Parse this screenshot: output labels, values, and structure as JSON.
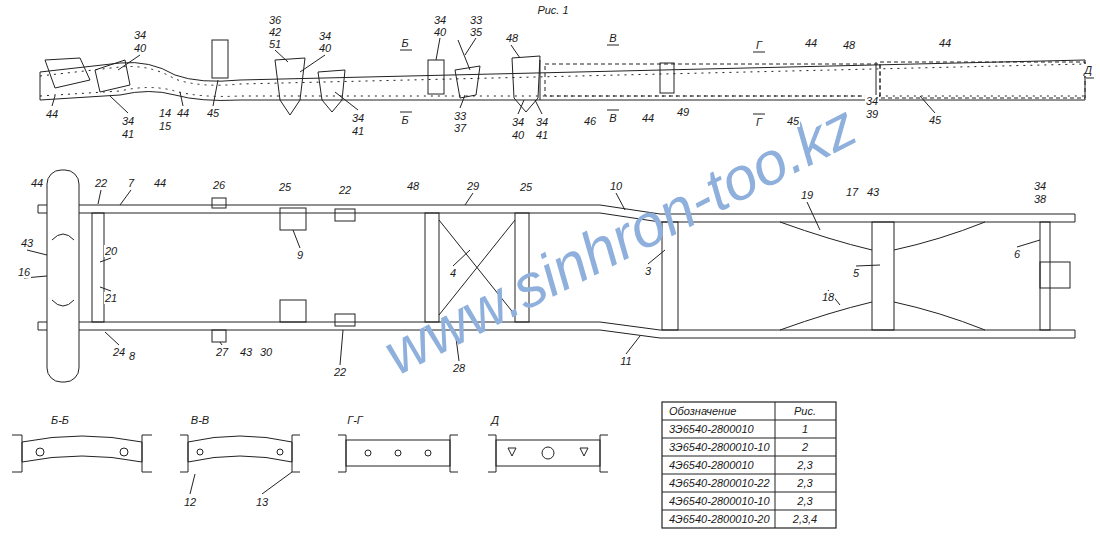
{
  "diagram": {
    "labels": [
      "Рис. 1",
      "34",
      "40",
      "36",
      "42",
      "51",
      "34",
      "40",
      "34",
      "40",
      "33",
      "35",
      "48",
      "Б",
      "Б",
      "В",
      "В",
      "Г",
      "Г",
      "44",
      "48",
      "44",
      "Д",
      "44",
      "34",
      "41",
      "14",
      "15",
      "44",
      "45",
      "34",
      "41",
      "33",
      "37",
      "34",
      "40",
      "34",
      "41",
      "46",
      "44",
      "49",
      "45",
      "34",
      "39",
      "45",
      "44",
      "22",
      "7",
      "44",
      "26",
      "25",
      "22",
      "48",
      "29",
      "25",
      "10",
      "19",
      "17",
      "43",
      "34",
      "38",
      "43",
      "20",
      "16",
      "9",
      "4",
      "3",
      "5",
      "6",
      "21",
      "18",
      "24",
      "8",
      "27",
      "43",
      "30",
      "22",
      "28",
      "11",
      "Б-Б",
      "В-В",
      "Г-Г",
      "Д",
      "12",
      "13",
      "Обозначение",
      "Рис.",
      "3Э6540-2800010",
      "1",
      "3Э6540-2800010-10",
      "2",
      "4Э6540-2800010",
      "2,3",
      "4Э6540-2800010-22",
      "2,3",
      "4Э6540-2800010-10",
      "2,3",
      "4Э6540-2800010-20",
      "2,3,4",
      "www.sinhron-too.kz"
    ]
  }
}
